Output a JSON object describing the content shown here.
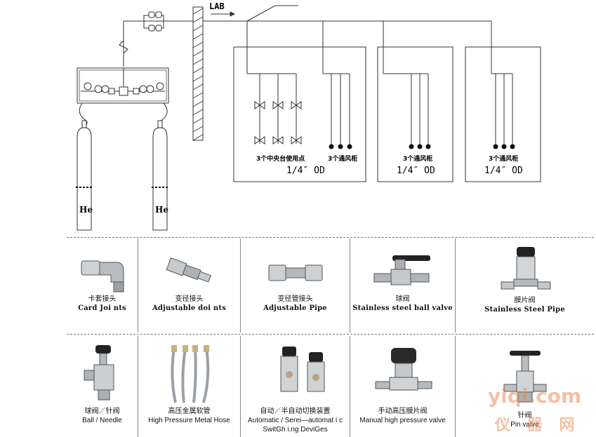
{
  "diagram": {
    "lab_label": "LAB",
    "cylinder_label": "He",
    "box1": {
      "caption": "3个中央台使用点",
      "caption2": "3个通风柜",
      "size": "1/4″ OD"
    },
    "box2": {
      "caption": "3个通风柜",
      "size": "1/4″ OD"
    },
    "box3": {
      "caption": "3个通风柜",
      "size": "1/4″ OD"
    }
  },
  "products": [
    {
      "cn": "卡套接头",
      "en": "Card Joi nts",
      "icon": "elbow-fitting-icon"
    },
    {
      "cn": "变径接头",
      "en": "Adjustable doi nts",
      "icon": "reducer-joint-icon"
    },
    {
      "cn": "变径管接头",
      "en": "Adjustable Pipe",
      "icon": "union-fitting-icon"
    },
    {
      "cn": "球阀",
      "en": "Stainless steel ball valve",
      "icon": "ball-valve-icon"
    },
    {
      "cn": "膜片阀",
      "en": "Stainless Steel Pipe",
      "icon": "diaphragm-valve-icon"
    },
    {
      "cn": "球阀／针阀",
      "en": "Ball / Needle",
      "icon": "cylinder-valve-icon"
    },
    {
      "cn": "高压金属软管",
      "en": "High Pressure Metal Hose",
      "icon": "metal-hose-icon"
    },
    {
      "cn": "自动／半自动切换装置",
      "en": "Automatic / Serei—automat i c",
      "en2": "SwitGh i.ng DeviGes",
      "icon": "switchover-device-icon"
    },
    {
      "cn": "手动高压膜片阀",
      "en": "Manual high pressure valve",
      "icon": "manual-valve-icon"
    },
    {
      "cn": "针阀",
      "en": "Pin valve",
      "icon": "needle-valve-icon"
    }
  ],
  "watermark": {
    "text": "yiqi.com",
    "sub": "仪 器 网",
    "color": "#eb8c5a"
  }
}
